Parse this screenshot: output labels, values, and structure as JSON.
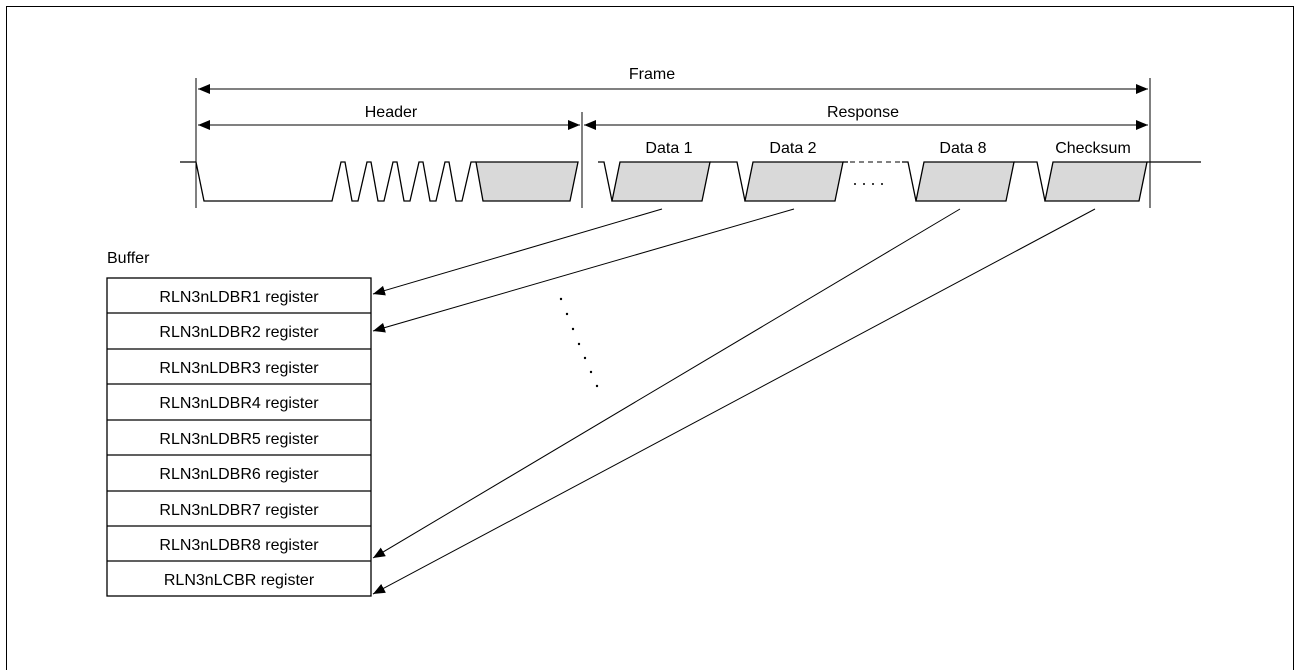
{
  "labels": {
    "frame": "Frame",
    "header": "Header",
    "response": "Response",
    "data1": "Data 1",
    "data2": "Data 2",
    "data8": "Data 8",
    "checksum": "Checksum",
    "buffer": "Buffer"
  },
  "registers": [
    "RLN3nLDBR1 register",
    "RLN3nLDBR2 register",
    "RLN3nLDBR3 register",
    "RLN3nLDBR4 register",
    "RLN3nLDBR5 register",
    "RLN3nLDBR6 register",
    "RLN3nLDBR7 register",
    "RLN3nLDBR8 register",
    "RLN3nLCBR register"
  ]
}
